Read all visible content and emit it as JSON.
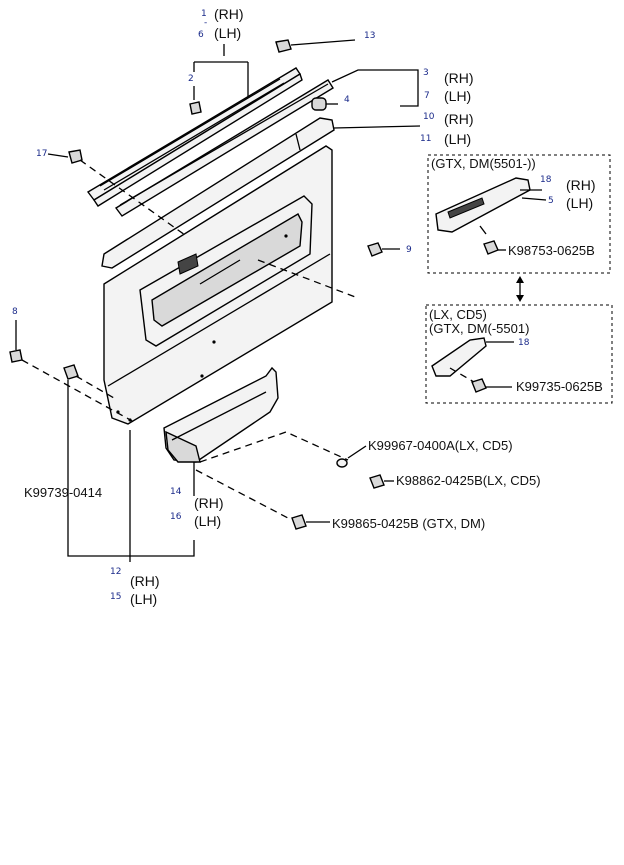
{
  "callouts": {
    "n1": "1",
    "n6": "6",
    "n2": "2",
    "n13": "13",
    "n3": "3",
    "n7": "7",
    "n4": "4",
    "n10": "10",
    "n11": "11",
    "n17": "17",
    "n18a": "18",
    "n5": "5",
    "n9": "9",
    "n8": "8",
    "n18b": "18",
    "n14": "14",
    "n16": "16",
    "n12": "12",
    "n15": "15"
  },
  "sides": {
    "rh": "(RH)",
    "lh": "(LH)",
    "dash": "-"
  },
  "part_numbers": {
    "pn_98753": "K98753-0625B",
    "pn_99735": "K99735-0625B",
    "pn_99967": "K99967-0400A(LX, CD5)",
    "pn_98862": "K98862-0425B(LX, CD5)",
    "pn_98865": "K99865-0425B (GTX, DM)",
    "pn_99739": "K99739-0414"
  },
  "variant_boxes": {
    "upper_caption": "(GTX, DM(5501-))",
    "lower_caption_1": "(LX, CD5)",
    "lower_caption_2": "(GTX, DM(-5501)"
  },
  "colors": {
    "callout_number": "#1a2a8a",
    "line": "#000000"
  }
}
